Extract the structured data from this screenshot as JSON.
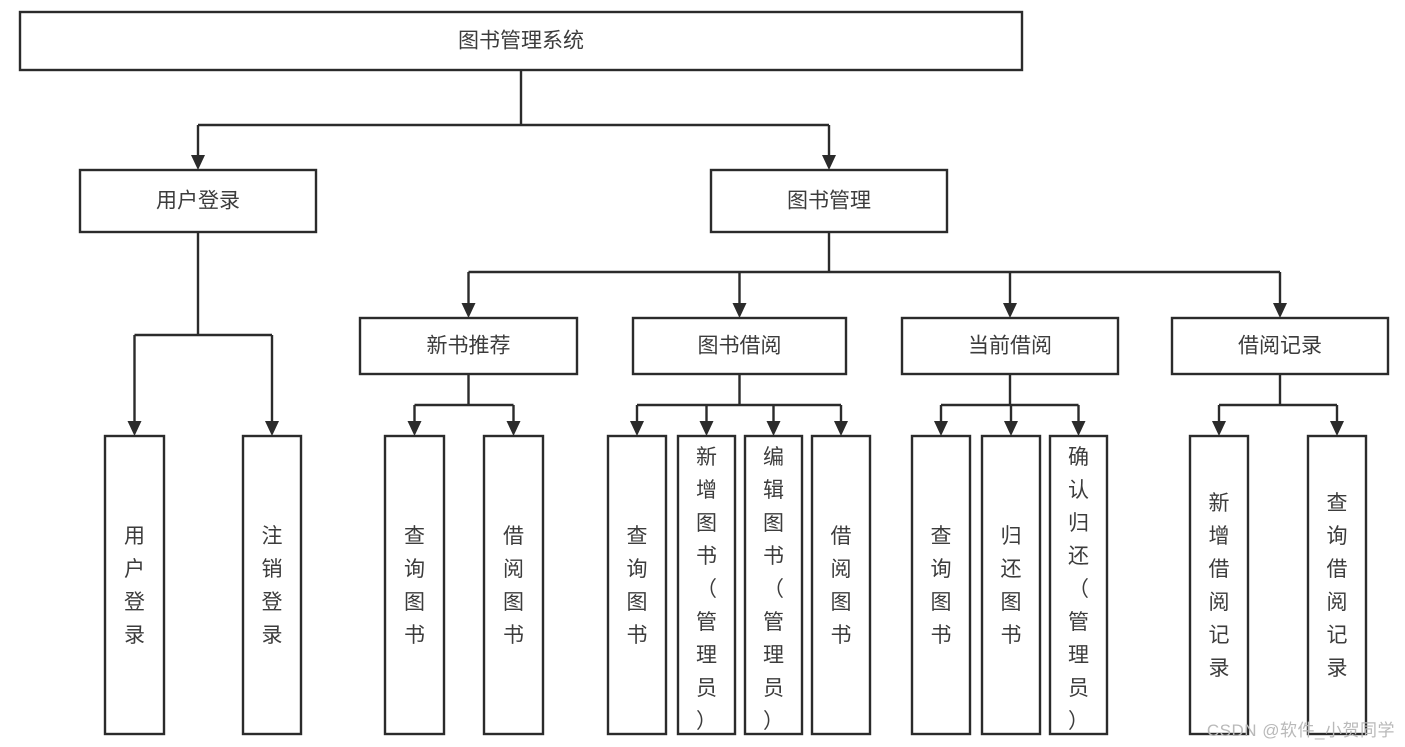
{
  "diagram": {
    "title": "图书管理系统",
    "type": "tree",
    "watermark": "CSDN @软件_小贺同学",
    "colors": {
      "background": "#ffffff",
      "box_stroke": "#2b2b2b",
      "box_fill": "#ffffff",
      "text": "#3c3c3c",
      "connector": "#2b2b2b",
      "watermark": "#b9b9b9"
    },
    "root": {
      "id": "root",
      "label": "图书管理系统",
      "orientation": "horizontal"
    },
    "level1": [
      {
        "id": "user-login",
        "label": "用户登录",
        "orientation": "horizontal"
      },
      {
        "id": "book-manage",
        "label": "图书管理",
        "orientation": "horizontal"
      }
    ],
    "level2": [
      {
        "id": "new-book-recommend",
        "label": "新书推荐",
        "parent": "book-manage",
        "orientation": "horizontal"
      },
      {
        "id": "book-borrow",
        "label": "图书借阅",
        "parent": "book-manage",
        "orientation": "horizontal"
      },
      {
        "id": "current-borrow",
        "label": "当前借阅",
        "parent": "book-manage",
        "orientation": "horizontal"
      },
      {
        "id": "borrow-record",
        "label": "借阅记录",
        "parent": "book-manage",
        "orientation": "horizontal"
      }
    ],
    "leaves": [
      {
        "id": "leaf-user-login",
        "label": "用户登录",
        "parent": "user-login",
        "orientation": "vertical"
      },
      {
        "id": "leaf-user-logout",
        "label": "注销登录",
        "parent": "user-login",
        "orientation": "vertical"
      },
      {
        "id": "leaf-query-book-1",
        "label": "查询图书",
        "parent": "new-book-recommend",
        "orientation": "vertical"
      },
      {
        "id": "leaf-borrow-book-1",
        "label": "借阅图书",
        "parent": "new-book-recommend",
        "orientation": "vertical"
      },
      {
        "id": "leaf-query-book-2",
        "label": "查询图书",
        "parent": "book-borrow",
        "orientation": "vertical"
      },
      {
        "id": "leaf-add-book",
        "label": "新增图书（管理员）",
        "parent": "book-borrow",
        "orientation": "vertical"
      },
      {
        "id": "leaf-edit-book",
        "label": "编辑图书（管理员）",
        "parent": "book-borrow",
        "orientation": "vertical"
      },
      {
        "id": "leaf-borrow-book-2",
        "label": "借阅图书",
        "parent": "book-borrow",
        "orientation": "vertical"
      },
      {
        "id": "leaf-query-book-3",
        "label": "查询图书",
        "parent": "current-borrow",
        "orientation": "vertical"
      },
      {
        "id": "leaf-return-book",
        "label": "归还图书",
        "parent": "current-borrow",
        "orientation": "vertical"
      },
      {
        "id": "leaf-confirm-return",
        "label": "确认归还（管理员）",
        "parent": "current-borrow",
        "orientation": "vertical"
      },
      {
        "id": "leaf-add-record",
        "label": "新增借阅记录",
        "parent": "borrow-record",
        "orientation": "vertical"
      },
      {
        "id": "leaf-query-record",
        "label": "查询借阅记录",
        "parent": "borrow-record",
        "orientation": "vertical"
      }
    ]
  }
}
